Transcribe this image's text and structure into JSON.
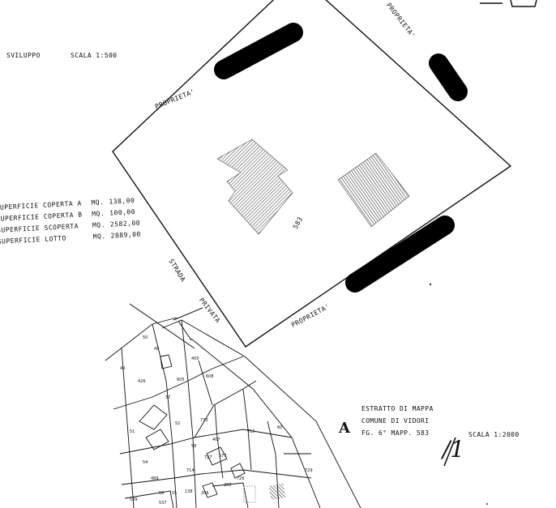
{
  "header": {
    "development_label": "SVILUPPO",
    "scale_label": "SCALA 1:500"
  },
  "site": {
    "parcel_number": "583",
    "property_labels": [
      "PROPRIETA'",
      "PROPRIETA'",
      "PROPRIETA'"
    ],
    "road_labels": [
      "STRADA",
      "PRIVATA"
    ]
  },
  "areas": [
    {
      "label": "SUPERFICIE COPERTA A",
      "unit": "mq.",
      "value": "138,00"
    },
    {
      "label": "SUPERFICIE COPERTA B",
      "unit": "mq.",
      "value": "100,00"
    },
    {
      "label": "SUPERFICIE SCOPERTA",
      "unit": "mq.",
      "value": "2582,00"
    },
    {
      "label": "SUPERFICIE LOTTO",
      "unit": "mq.",
      "value": "2889,00"
    }
  ],
  "map_extract": {
    "letter": "A",
    "line1": "ESTRATTO DI MAPPA",
    "line2": "COMUNE DI VIDORI",
    "line3": "FG. 6° MAPP. 583",
    "scale": "SCALA 1:2000",
    "sheet": "/1"
  },
  "cadastral_parcels": [
    "49",
    "50",
    "49",
    "426",
    "400",
    "37",
    "605",
    "608",
    "51",
    "52",
    "54",
    "58",
    "733",
    "715",
    "60",
    "407",
    "577",
    "727",
    "726",
    "489",
    "55",
    "56",
    "138",
    "206",
    "205",
    "729",
    "714",
    "539",
    "537"
  ],
  "colors": {
    "ink": "#111111",
    "redaction": "#000000",
    "paper": "#ffffff"
  }
}
